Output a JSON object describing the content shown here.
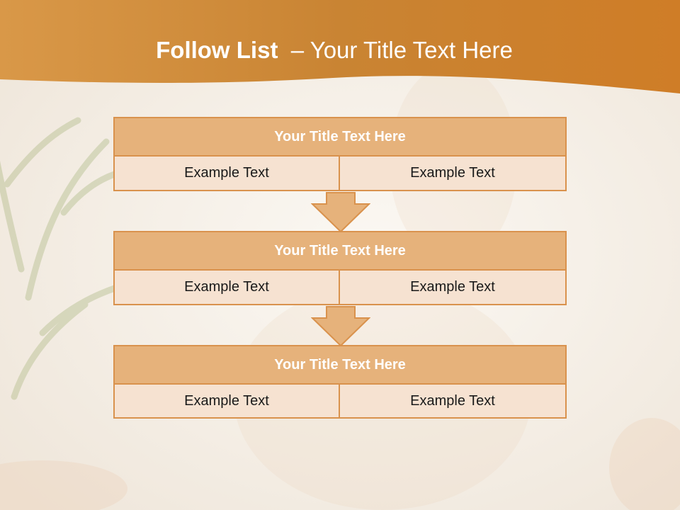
{
  "slide": {
    "title_bold": "Follow List",
    "title_rest": "  – Your Title Text Here",
    "colors": {
      "header_orange": "#d2893a",
      "box_title_fill": "#e6b27b",
      "box_border": "#d9924d",
      "cell_fill": "#f6e2d1"
    }
  },
  "stages": [
    {
      "title": "Your Title Text Here",
      "left": "Example Text",
      "right": "Example Text"
    },
    {
      "title": "Your Title Text Here",
      "left": "Example Text",
      "right": "Example Text"
    },
    {
      "title": "Your Title Text Here",
      "left": "Example Text",
      "right": "Example Text"
    }
  ],
  "connectors": [
    "down-arrow-icon",
    "down-arrow-icon"
  ]
}
